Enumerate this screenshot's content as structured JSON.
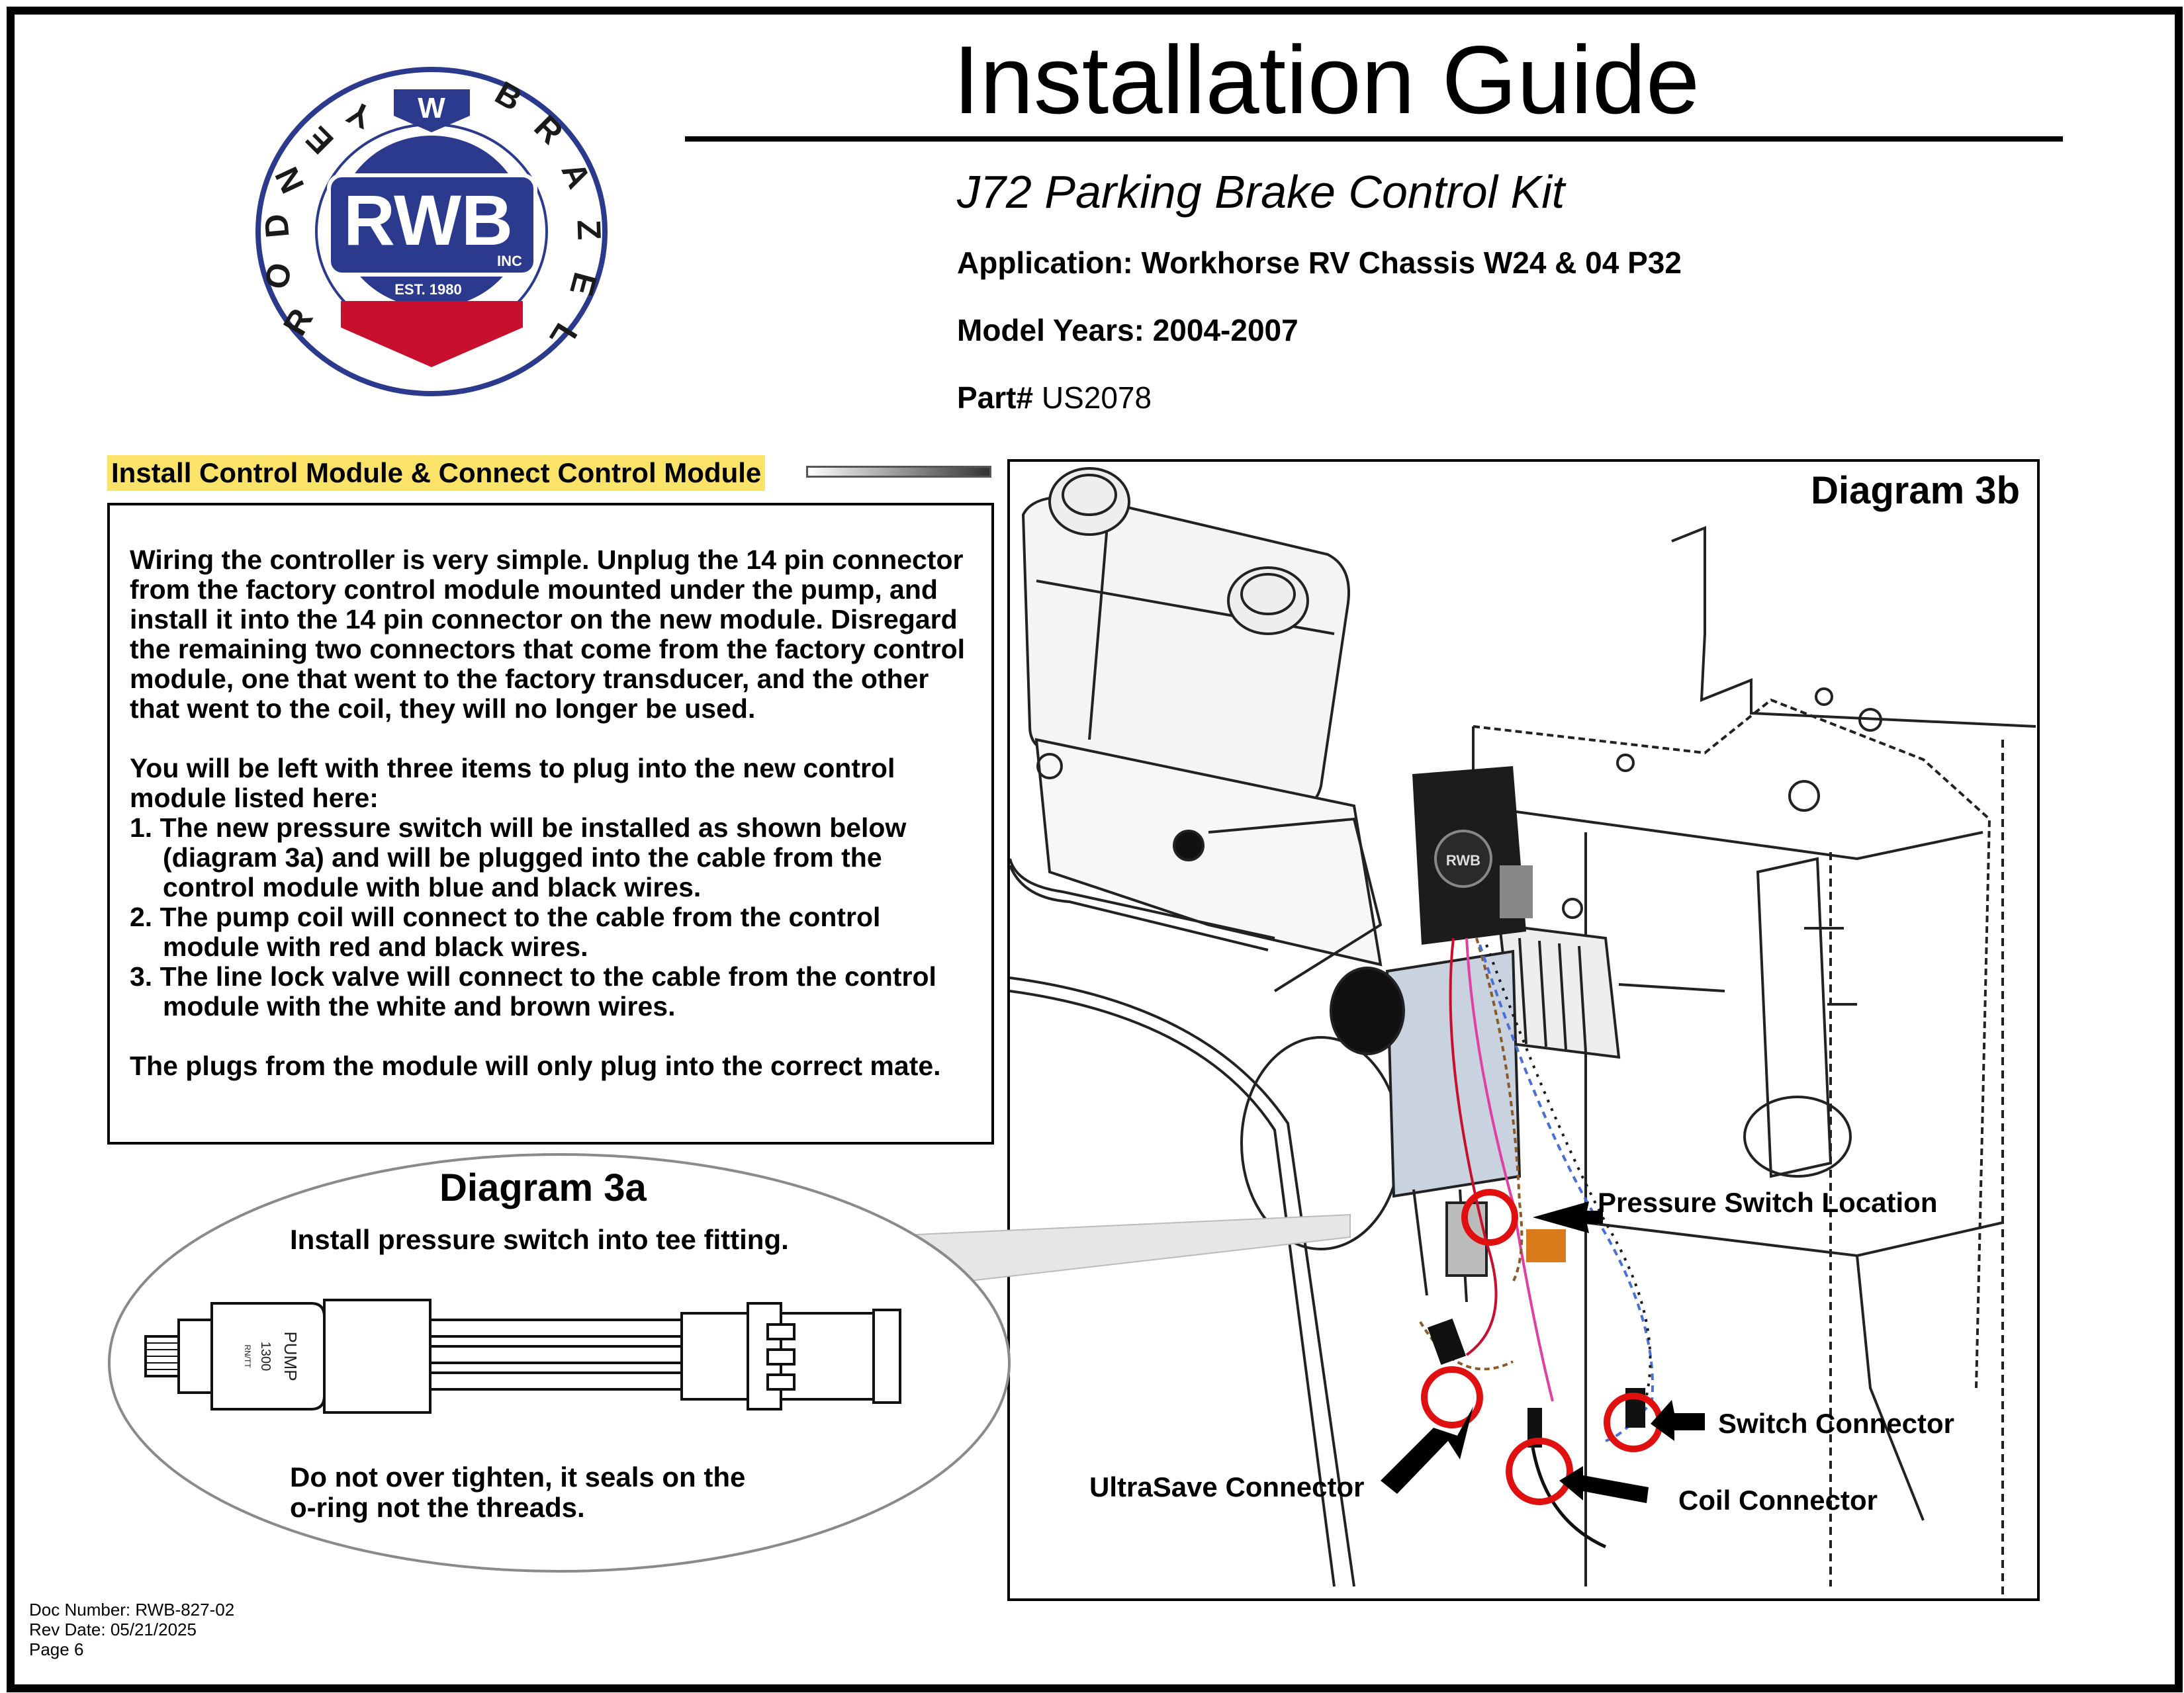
{
  "logo": {
    "ring_text": "RODNEY W BRAZEL",
    "ring_letters_left": [
      "R",
      "O",
      "D",
      "N",
      "E",
      "Y"
    ],
    "ring_letters_right": [
      "B",
      "R",
      "A",
      "Z",
      "E",
      "L"
    ],
    "badge": "W",
    "center": "RWB",
    "inc": "INC",
    "est": "EST. 1980",
    "colors": {
      "navy": "#2b3a8c",
      "red": "#c8102e"
    }
  },
  "header": {
    "title": "Installation Guide",
    "subtitle": "J72 Parking Brake Control Kit",
    "application": "Application: Workhorse RV Chassis W24 & 04 P32",
    "model_years": "Model Years: 2004-2007",
    "part_label": "Part#",
    "part_number": "US2078"
  },
  "section": {
    "heading": "Install Control Module & Connect Control Module",
    "highlight": "#fbe36a"
  },
  "instructions": {
    "intro": "Wiring the controller is very simple. Unplug the 14 pin connector from the factory control module mounted under the pump, and install it into the 14 pin connector on the new module. Disregard the remaining two connectors that come from the factory control module, one that went to the factory transducer, and the other that went to the coil, they will no longer be used.",
    "lead": "You will be left with three items to plug into the new control module listed here:",
    "items": [
      "1. The new pressure switch will be installed as shown below (diagram 3a) and will be plugged into the cable from the control module with blue and black wires.",
      "2. The pump coil will connect to the cable from the control module with red and black wires.",
      "3. The line lock valve will connect to the cable from the control module with the white and brown wires."
    ],
    "closing": "The plugs from the module will only plug into the correct mate."
  },
  "diagram_3b": {
    "title": "Diagram 3b",
    "labels": {
      "pressure_switch": "Pressure Switch Location",
      "switch_connector": "Switch Connector",
      "ultrasave_connector": "UltraSave Connector",
      "coil_connector": "Coil Connector"
    },
    "module_label": "RWB",
    "highlight_color": "#e01010"
  },
  "diagram_3a": {
    "title": "Diagram 3a",
    "subtitle": "Install pressure switch into tee fitting.",
    "switch_label_1": "PUMP",
    "switch_label_2": "1300",
    "switch_label_3": "RN/TT",
    "note_line1": "Do not over tighten, it seals on the",
    "note_line2": "o-ring not the threads."
  },
  "footer": {
    "doc_number": "Doc Number: RWB-827-02",
    "rev_date": "Rev Date: 05/21/2025",
    "page": "Page 6"
  }
}
